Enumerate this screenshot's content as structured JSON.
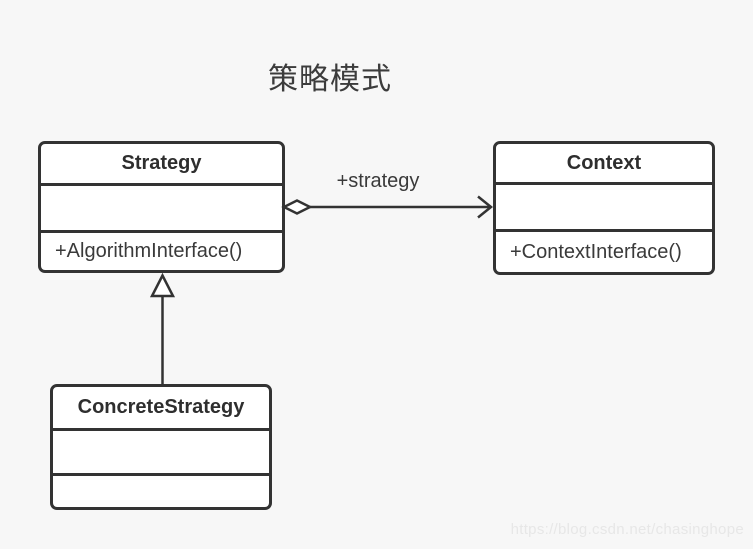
{
  "title": "策略模式",
  "diagram": {
    "classes": [
      {
        "id": "strategy",
        "name": "Strategy",
        "attributes": "",
        "methods": "+AlgorithmInterface()"
      },
      {
        "id": "context",
        "name": "Context",
        "attributes": "",
        "methods": "+ContextInterface()"
      },
      {
        "id": "concrete-strategy",
        "name": "ConcreteStrategy",
        "attributes": "",
        "methods": ""
      }
    ],
    "relationships": [
      {
        "type": "aggregation",
        "from": "Strategy",
        "to": "Context",
        "label": "+strategy",
        "arrow": "open-arrow-with-hollow-diamond"
      },
      {
        "type": "generalization",
        "from": "ConcreteStrategy",
        "to": "Strategy",
        "label": "",
        "arrow": "hollow-triangle"
      }
    ]
  },
  "watermark": "https://blog.csdn.net/chasinghope",
  "colors": {
    "background": "#f7f7f7",
    "box_fill": "#ffffff",
    "border": "#333333",
    "text": "#3a3a3a",
    "watermark": "#e7e7e7"
  }
}
